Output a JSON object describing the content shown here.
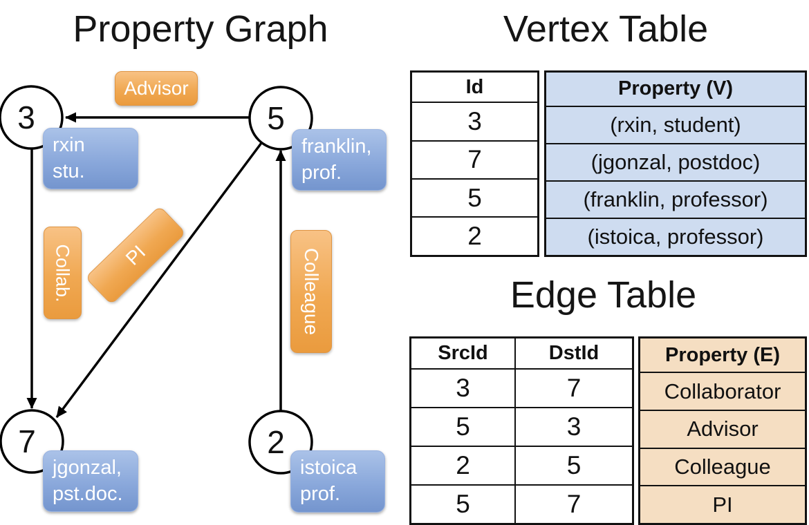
{
  "graph": {
    "title": "Property Graph",
    "vertices": [
      {
        "id": "3",
        "lines": [
          "rxin",
          "stu."
        ]
      },
      {
        "id": "5",
        "lines": [
          "franklin,",
          "prof."
        ]
      },
      {
        "id": "7",
        "lines": [
          "jgonzal,",
          "pst.doc."
        ]
      },
      {
        "id": "2",
        "lines": [
          "istoica",
          "prof."
        ]
      }
    ],
    "edges": [
      {
        "src": "5",
        "dst": "3",
        "label": "Advisor"
      },
      {
        "src": "3",
        "dst": "7",
        "label": "Collab."
      },
      {
        "src": "5",
        "dst": "7",
        "label": "PI"
      },
      {
        "src": "2",
        "dst": "5",
        "label": "Colleague"
      }
    ],
    "edge_labels": {
      "advisor": "Advisor",
      "collab": "Collab.",
      "pi": "PI",
      "colleague": "Colleague"
    }
  },
  "vertex_table": {
    "title": "Vertex Table",
    "columns": {
      "id": "Id",
      "property": "Property (V)"
    },
    "rows": [
      {
        "id": "3",
        "property": "(rxin, student)"
      },
      {
        "id": "7",
        "property": "(jgonzal, postdoc)"
      },
      {
        "id": "5",
        "property": "(franklin, professor)"
      },
      {
        "id": "2",
        "property": "(istoica, professor)"
      }
    ]
  },
  "edge_table": {
    "title": "Edge Table",
    "columns": {
      "src": "SrcId",
      "dst": "DstId",
      "property": "Property (E)"
    },
    "rows": [
      {
        "src": "3",
        "dst": "7",
        "property": "Collaborator"
      },
      {
        "src": "5",
        "dst": "3",
        "property": "Advisor"
      },
      {
        "src": "2",
        "dst": "5",
        "property": "Colleague"
      },
      {
        "src": "5",
        "dst": "7",
        "property": "PI"
      }
    ]
  },
  "colors": {
    "vertex_property_fill": "#CEDCF0",
    "edge_property_fill": "#F5DEC2",
    "blue_box": "#7E9DD6",
    "orange_box": "#F0A852",
    "line": "#000000"
  }
}
